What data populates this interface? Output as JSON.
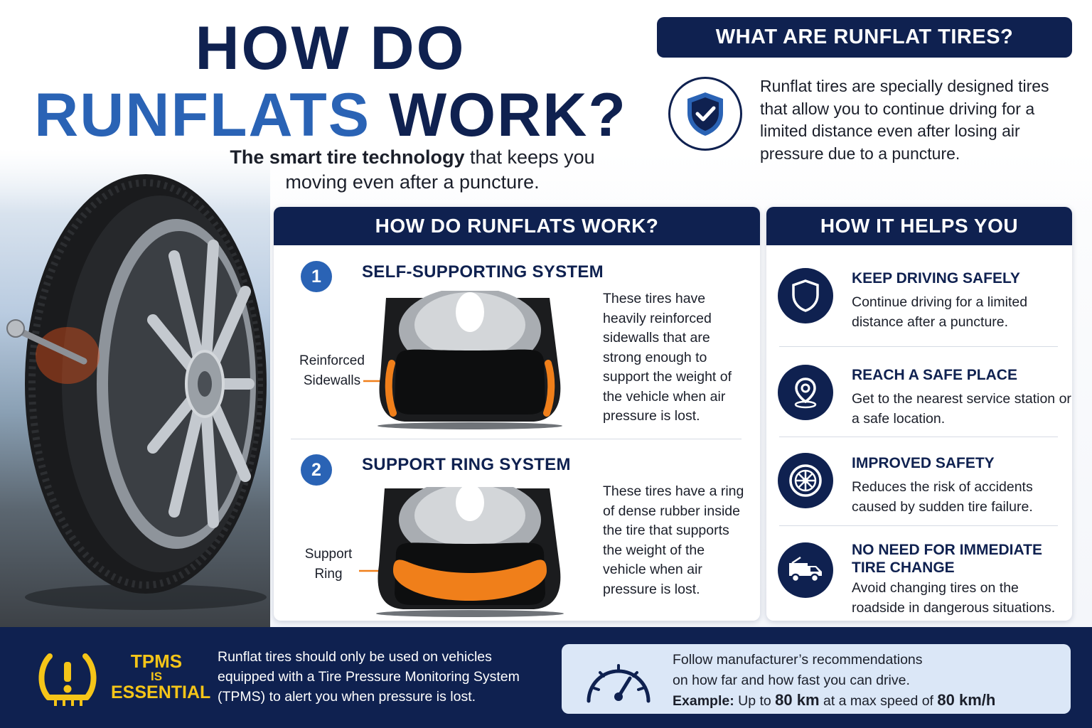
{
  "headline": {
    "line1": "HOW DO",
    "line2_blue": "RUNFLATS",
    "line2_dark": "WORK?",
    "subtitle_bold": "The smart tire technology",
    "subtitle_rest": "that keeps you moving even after a puncture."
  },
  "what": {
    "header": "WHAT ARE RUNFLAT TIRES?",
    "icon": "shield-check-icon",
    "text": "Runflat tires are specially designed tires that allow you to continue driving for a limited distance even after losing air pressure due to a puncture."
  },
  "works": {
    "header": "HOW DO RUNFLATS WORK?",
    "steps": [
      {
        "number": "1",
        "title": "SELF-SUPPORTING SYSTEM",
        "label_line1": "Reinforced",
        "label_line2": "Sidewalls",
        "desc": "These tires have heavily reinforced sidewalls that are strong enough to support the weight of the vehicle when air pressure is lost."
      },
      {
        "number": "2",
        "title": "SUPPORT RING SYSTEM",
        "label_line1": "Support",
        "label_line2": "Ring",
        "desc": "These tires have a ring of dense rubber inside the tire that supports the weight of the vehicle when air pressure is lost."
      }
    ]
  },
  "helps": {
    "header": "HOW IT HELPS YOU",
    "items": [
      {
        "icon": "shield-icon",
        "title": "KEEP DRIVING SAFELY",
        "desc": "Continue driving for a limited distance after a puncture."
      },
      {
        "icon": "location-pin-icon",
        "title": "REACH A SAFE PLACE",
        "desc": "Get to the nearest service station or a safe location."
      },
      {
        "icon": "wheel-icon",
        "title": "IMPROVED SAFETY",
        "desc": "Reduces the risk of accidents caused by sudden tire failure."
      },
      {
        "icon": "tow-truck-icon",
        "title": "NO NEED FOR IMMEDIATE TIRE CHANGE",
        "desc": "Avoid changing tires on the roadside in dangerous situations."
      }
    ]
  },
  "footer": {
    "tpms_line1": "TPMS",
    "tpms_line2": "IS",
    "tpms_line3": "ESSENTIAL",
    "tpms_text": "Runflat tires should only be used on vehicles equipped with a Tire Pressure Monitoring System (TPMS) to alert you when pressure is lost.",
    "note_line1": "Follow manufacturer’s recommendations",
    "note_line2": "on how far and how fast you can drive.",
    "note_example_label": "Example:",
    "note_up_to": "Up to",
    "note_distance": "80 km",
    "note_mid": "at a max speed of",
    "note_speed": "80 km/h"
  },
  "colors": {
    "navy": "#0f2150",
    "blue": "#2a63b5",
    "orange": "#f07f1a",
    "yellow": "#f5c518",
    "note_bg": "#dbe7f7"
  }
}
